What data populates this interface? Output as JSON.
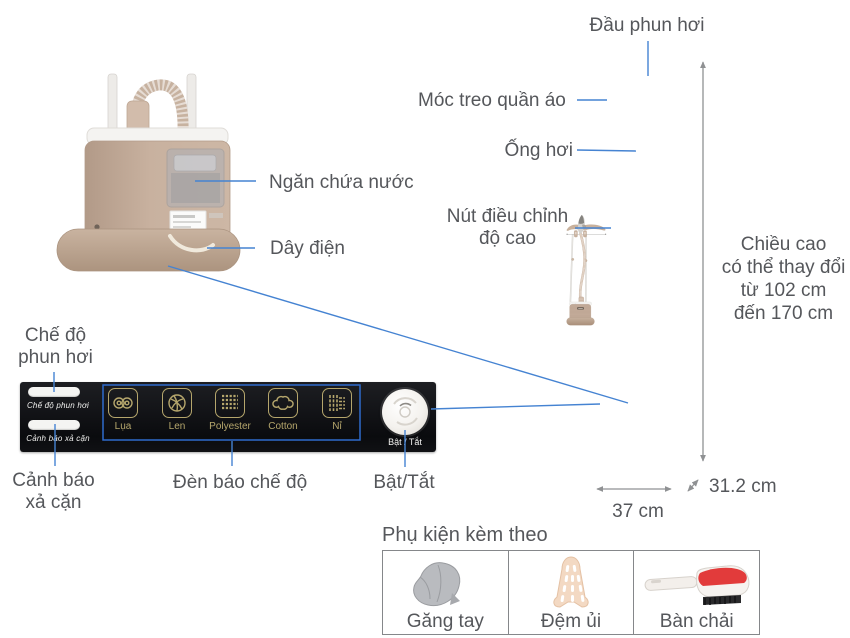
{
  "colors": {
    "accent_blue": "#4583d2",
    "highlight_box_blue": "#2e6bcc",
    "label_gray": "#55575b",
    "measure_gray": "#8f9193",
    "panel_black": "#121317",
    "icon_gold": "#b5a66c",
    "product_tan": "#c4ac9a"
  },
  "photo_labels": {
    "water_tank": "Ngăn chứa nước",
    "power_cord": "Dây điện"
  },
  "steamer": {
    "labels": {
      "steam_head": "Đầu phun hơi",
      "hanger": "Móc treo quần áo",
      "hose": "Ống hơi",
      "height_knob": [
        "Nút điều chỉnh",
        "độ cao"
      ]
    },
    "height_note": {
      "lines": [
        "Chiều cao",
        "có thể thay đổi",
        "từ 102 cm",
        "đến 170 cm"
      ]
    },
    "dimensions": {
      "width": "37 cm",
      "depth": "31.2 cm"
    }
  },
  "panel": {
    "outer_labels": {
      "steam_mode": [
        "Chế độ",
        "phun hơi"
      ],
      "drain_warning": [
        "Cảnh báo",
        "xả cặn"
      ],
      "mode_lights": "Đèn báo chế độ",
      "power": "Bật/Tắt"
    },
    "indicators": [
      {
        "label": "Chế độ phun hơi"
      },
      {
        "label": "Cảnh báo xả cặn"
      }
    ],
    "fabric_modes": [
      {
        "label": "Lụa",
        "icon": "silk-swirl-icon"
      },
      {
        "label": "Len",
        "icon": "wool-ball-icon"
      },
      {
        "label": "Polyester",
        "icon": "polyester-grid-icon"
      },
      {
        "label": "Cotton",
        "icon": "cotton-flower-icon"
      },
      {
        "label": "Nỉ",
        "icon": "felt-weave-icon"
      }
    ],
    "power_button_label": "Bật / Tắt"
  },
  "accessories": {
    "title": "Phụ kiện kèm theo",
    "items": [
      {
        "label": "Găng tay",
        "icon": "glove-icon"
      },
      {
        "label": "Đệm ủi",
        "icon": "ironing-pad-icon"
      },
      {
        "label": "Bàn chải",
        "icon": "brush-icon"
      }
    ]
  }
}
